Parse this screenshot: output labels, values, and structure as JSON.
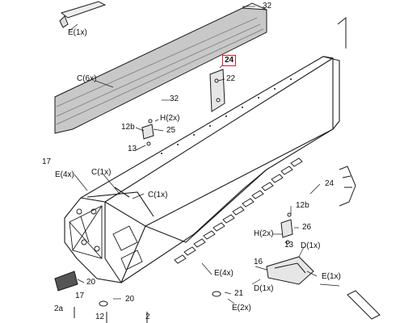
{
  "callouts": [
    {
      "id": "c32a",
      "text": "32"
    },
    {
      "id": "cE1a",
      "text": "E(1x)"
    },
    {
      "id": "c24",
      "text": "24"
    },
    {
      "id": "c22",
      "text": "22"
    },
    {
      "id": "cC6",
      "text": "C(6x)"
    },
    {
      "id": "c32b",
      "text": "32"
    },
    {
      "id": "c12b1",
      "text": "12b"
    },
    {
      "id": "cH2a",
      "text": "H(2x)"
    },
    {
      "id": "c25",
      "text": "25"
    },
    {
      "id": "c13a",
      "text": "13"
    },
    {
      "id": "c17",
      "text": "17"
    },
    {
      "id": "cE4a",
      "text": "E(4x)"
    },
    {
      "id": "cC1a",
      "text": "C(1x)"
    },
    {
      "id": "cC1b",
      "text": "C(1x)"
    },
    {
      "id": "c24b",
      "text": "24"
    },
    {
      "id": "c12b2",
      "text": "12b"
    },
    {
      "id": "c26",
      "text": "26"
    },
    {
      "id": "cH2b",
      "text": "H(2x)"
    },
    {
      "id": "cD1a",
      "text": "D(1x)"
    },
    {
      "id": "c13b",
      "text": "13"
    },
    {
      "id": "c16",
      "text": "16"
    },
    {
      "id": "cE4b",
      "text": "E(4x)"
    },
    {
      "id": "cE1b",
      "text": "E(1x)"
    },
    {
      "id": "cD1b",
      "text": "D(1x)"
    },
    {
      "id": "c20a",
      "text": "20"
    },
    {
      "id": "c21",
      "text": "21"
    },
    {
      "id": "c17b",
      "text": "17"
    },
    {
      "id": "cE2",
      "text": "E(2x)"
    },
    {
      "id": "c2a",
      "text": "2a"
    },
    {
      "id": "c20b",
      "text": "20"
    },
    {
      "id": "c12",
      "text": "12"
    },
    {
      "id": "c2",
      "text": "2"
    }
  ],
  "colors": {
    "line": "#1a1a1a",
    "tunnel": "#c8c8c8",
    "highlight": "#d0202a"
  }
}
